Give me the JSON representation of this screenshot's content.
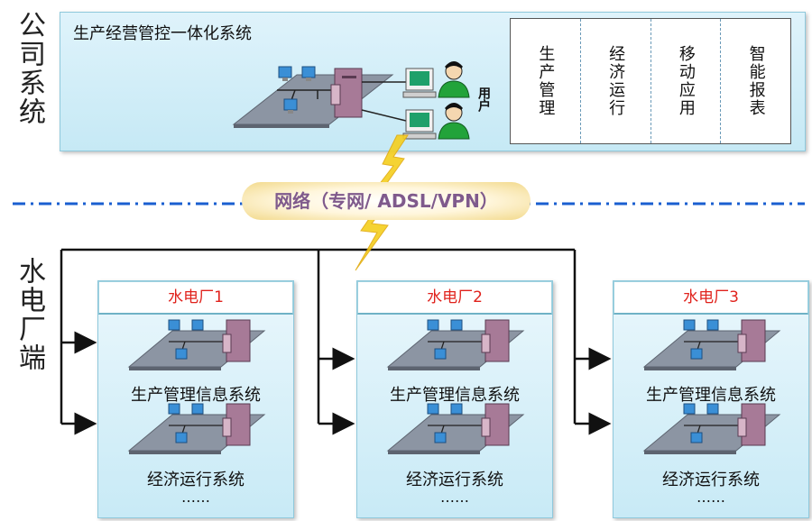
{
  "side_labels": {
    "company": "公司系统",
    "plant_side": "水电厂端"
  },
  "company": {
    "title": "生产经营管控一体化系统",
    "functions": [
      "生产管理",
      "经济运行",
      "移动应用",
      "智能报表"
    ],
    "user_label": "用户"
  },
  "network": {
    "label": "网络（专网/ ADSL/VPN）"
  },
  "plants": [
    {
      "name": "水电厂1",
      "system1": "生产管理信息系统",
      "system2": "经济运行系统",
      "more": "……"
    },
    {
      "name": "水电厂2",
      "system1": "生产管理信息系统",
      "system2": "经济运行系统",
      "more": "……"
    },
    {
      "name": "水电厂3",
      "system1": "生产管理信息系统",
      "system2": "经济运行系统",
      "more": "……"
    }
  ],
  "colors": {
    "plant_title": "#e0221c",
    "divider": "#1a5fd0",
    "lightning": "#f2c518",
    "panel": "#c6e9f5"
  }
}
